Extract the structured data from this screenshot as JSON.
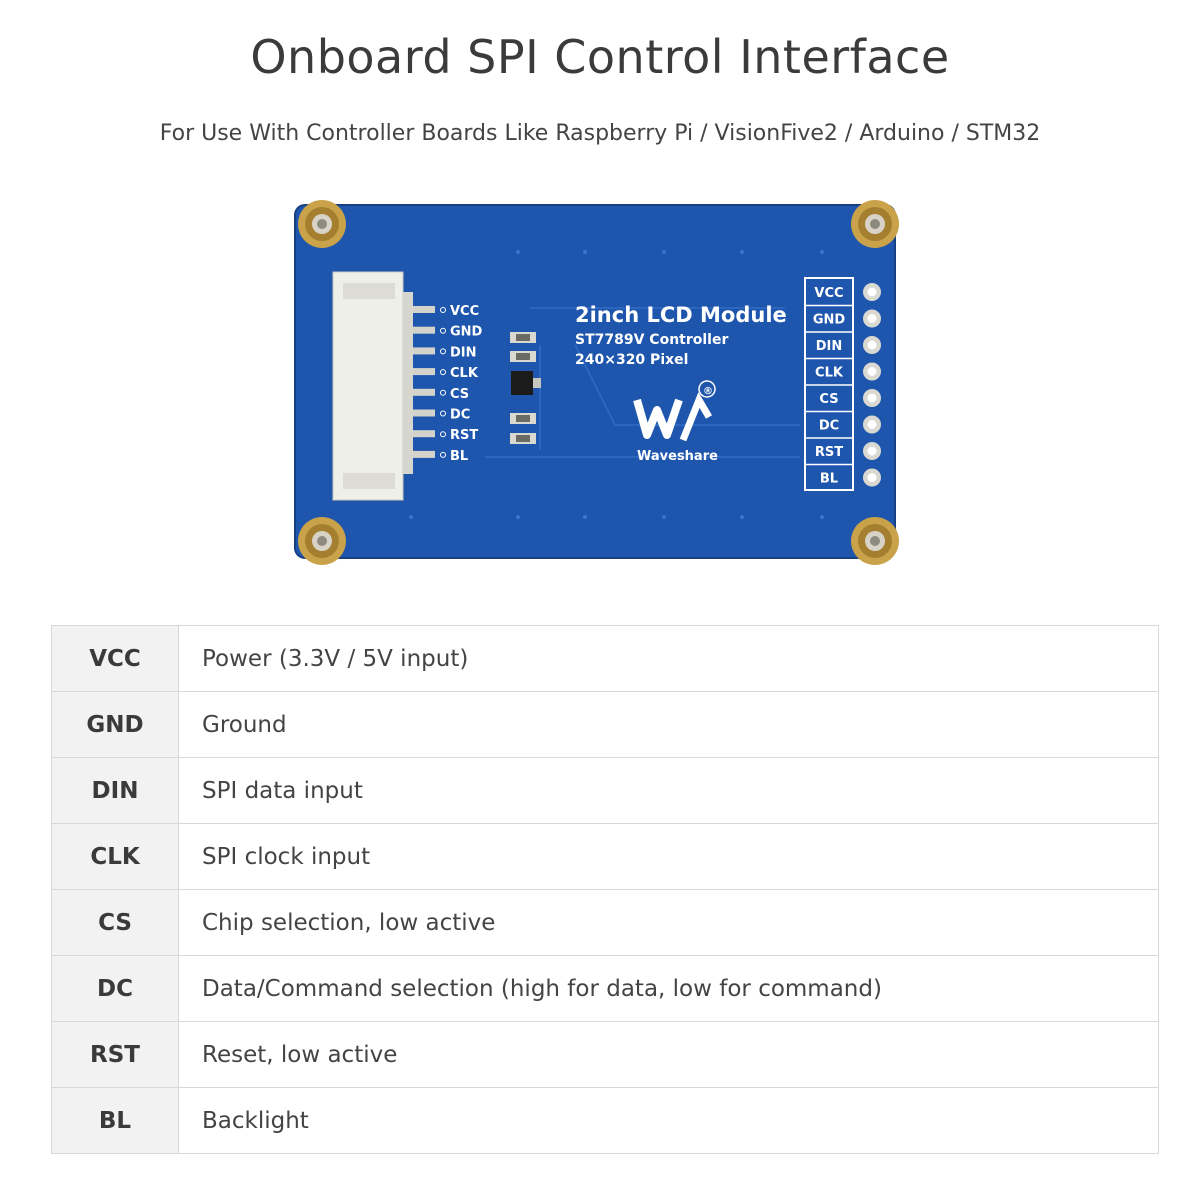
{
  "title": "Onboard SPI Control Interface",
  "subtitle": "For Use With Controller Boards Like Raspberry Pi / VisionFive2 / Arduino / STM32",
  "board": {
    "module_title": "2inch LCD Module",
    "controller": "ST7789V Controller",
    "resolution": "240×320 Pixel",
    "brand": "Waveshare",
    "registered_mark": "®",
    "colors": {
      "pcb": "#1f56ad",
      "standoff": "#c9a24a",
      "connector": "#efefe9"
    }
  },
  "pins": [
    {
      "name": "VCC",
      "description": "Power (3.3V / 5V input)"
    },
    {
      "name": "GND",
      "description": "Ground"
    },
    {
      "name": "DIN",
      "description": "SPI data input"
    },
    {
      "name": "CLK",
      "description": "SPI clock input"
    },
    {
      "name": "CS",
      "description": "Chip selection, low active"
    },
    {
      "name": "DC",
      "description": "Data/Command selection (high for data, low for command)"
    },
    {
      "name": "RST",
      "description": "Reset, low active"
    },
    {
      "name": "BL",
      "description": "Backlight"
    }
  ]
}
